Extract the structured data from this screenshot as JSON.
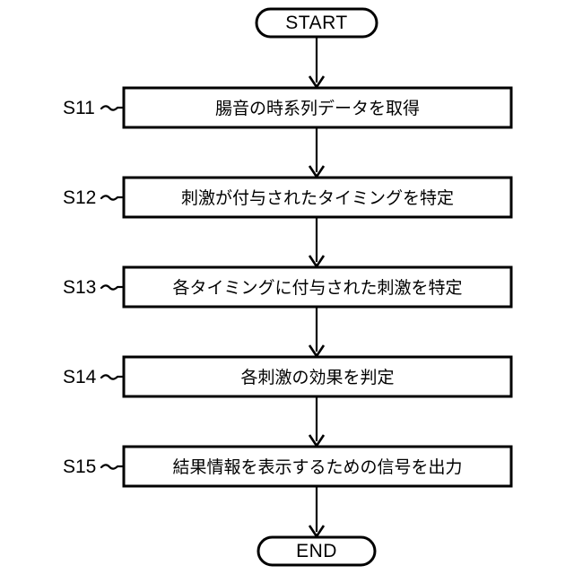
{
  "diagram": {
    "type": "flowchart",
    "orientation": "vertical",
    "background_color": "#ffffff",
    "line_color": "#000000",
    "start": {
      "label": "START",
      "shape": "stadium"
    },
    "end": {
      "label": "END",
      "shape": "stadium"
    },
    "steps": [
      {
        "id": "S11",
        "step_label": "S11",
        "text": "腸音の時系列データを取得",
        "shape": "rectangle"
      },
      {
        "id": "S12",
        "step_label": "S12",
        "text": "刺激が付与されたタイミングを特定",
        "shape": "rectangle"
      },
      {
        "id": "S13",
        "step_label": "S13",
        "text": "各タイミングに付与された刺激を特定",
        "shape": "rectangle"
      },
      {
        "id": "S14",
        "step_label": "S14",
        "text": "各刺激の効果を判定",
        "shape": "rectangle"
      },
      {
        "id": "S15",
        "step_label": "S15",
        "text": "結果情報を表示するための信号を出力",
        "shape": "rectangle"
      }
    ],
    "connectors": [
      {
        "from": "START",
        "to": "S11",
        "style": "arrow-down"
      },
      {
        "from": "S11",
        "to": "S12",
        "style": "arrow-down"
      },
      {
        "from": "S12",
        "to": "S13",
        "style": "arrow-down"
      },
      {
        "from": "S13",
        "to": "S14",
        "style": "arrow-down"
      },
      {
        "from": "S14",
        "to": "S15",
        "style": "arrow-down"
      },
      {
        "from": "S15",
        "to": "END",
        "style": "arrow-down"
      }
    ]
  }
}
